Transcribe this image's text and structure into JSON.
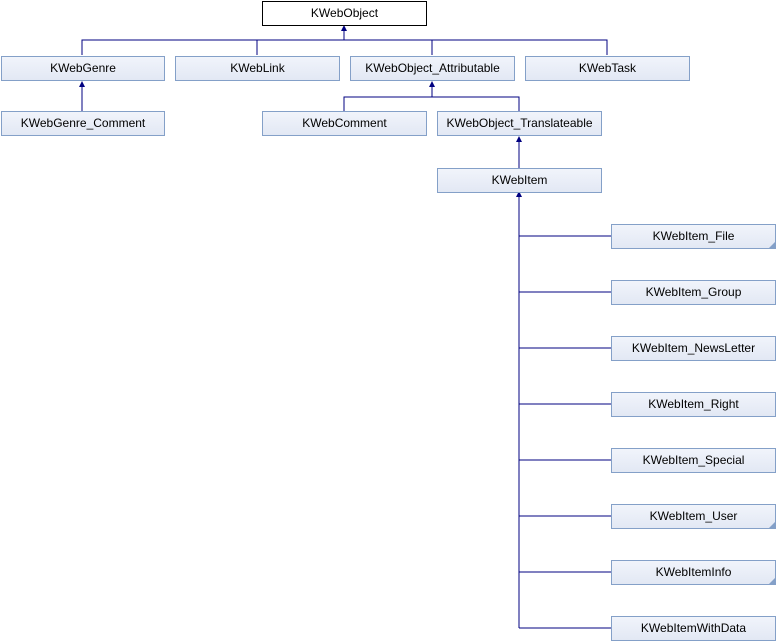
{
  "nodes": {
    "kwebobject": "KWebObject",
    "kwebgenre": "KWebGenre",
    "kweblink": "KWebLink",
    "kwebobject_attributable": "KWebObject_Attributable",
    "kwebtask": "KWebTask",
    "kwebgenre_comment": "KWebGenre_Comment",
    "kwebcomment": "KWebComment",
    "kwebobject_translateable": "KWebObject_Translateable",
    "kwebitem": "KWebItem",
    "kwebitem_file": "KWebItem_File",
    "kwebitem_group": "KWebItem_Group",
    "kwebitem_newsletter": "KWebItem_NewsLetter",
    "kwebitem_right": "KWebItem_Right",
    "kwebitem_special": "KWebItem_Special",
    "kwebitem_user": "KWebItem_User",
    "kwebiteminfo": "KWebItemInfo",
    "kwebitemwithdata": "KWebItemWithData"
  },
  "colors": {
    "edge": "#000080",
    "node_border": "#84a0c8",
    "root_border": "#000000"
  }
}
